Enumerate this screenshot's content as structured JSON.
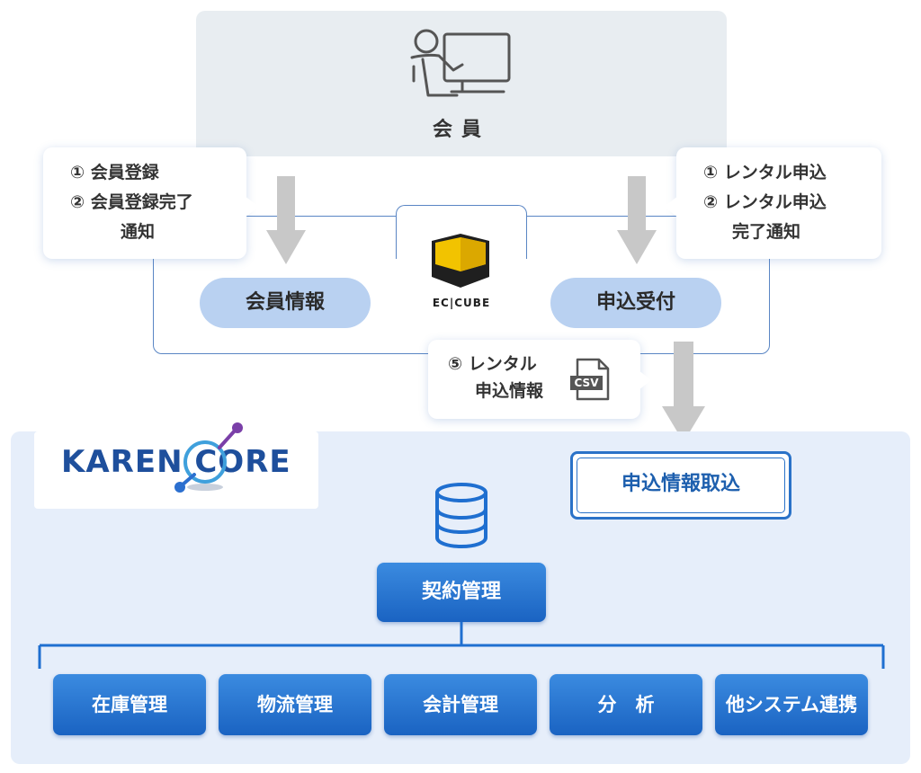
{
  "member": {
    "label": "会員"
  },
  "note_left": {
    "lines": [
      "① 会員登録",
      "② 会員登録完了",
      "通知"
    ]
  },
  "note_right": {
    "lines": [
      "① レンタル申込",
      "② レンタル申込",
      "完了通知"
    ]
  },
  "ec_cube": {
    "logo_text": "EC|CUBE",
    "member_info": "会員情報",
    "application": "申込受付"
  },
  "csv_note": {
    "lines": [
      "⑤ レンタル",
      "申込情報"
    ],
    "file_label": "CSV"
  },
  "karen_core": {
    "logo_text": "KAREN CORE",
    "import_label": "申込情報取込",
    "contract_label": "契約管理",
    "modules": [
      "在庫管理",
      "物流管理",
      "会計管理",
      "分　析",
      "他システム連携"
    ]
  },
  "colors": {
    "accent_blue": "#1a63c2",
    "pill_blue": "#b9d1f1",
    "panel_gray": "#e8edf1",
    "panel_blue": "#e6eefa",
    "ec_yellow": "#f2c300"
  }
}
